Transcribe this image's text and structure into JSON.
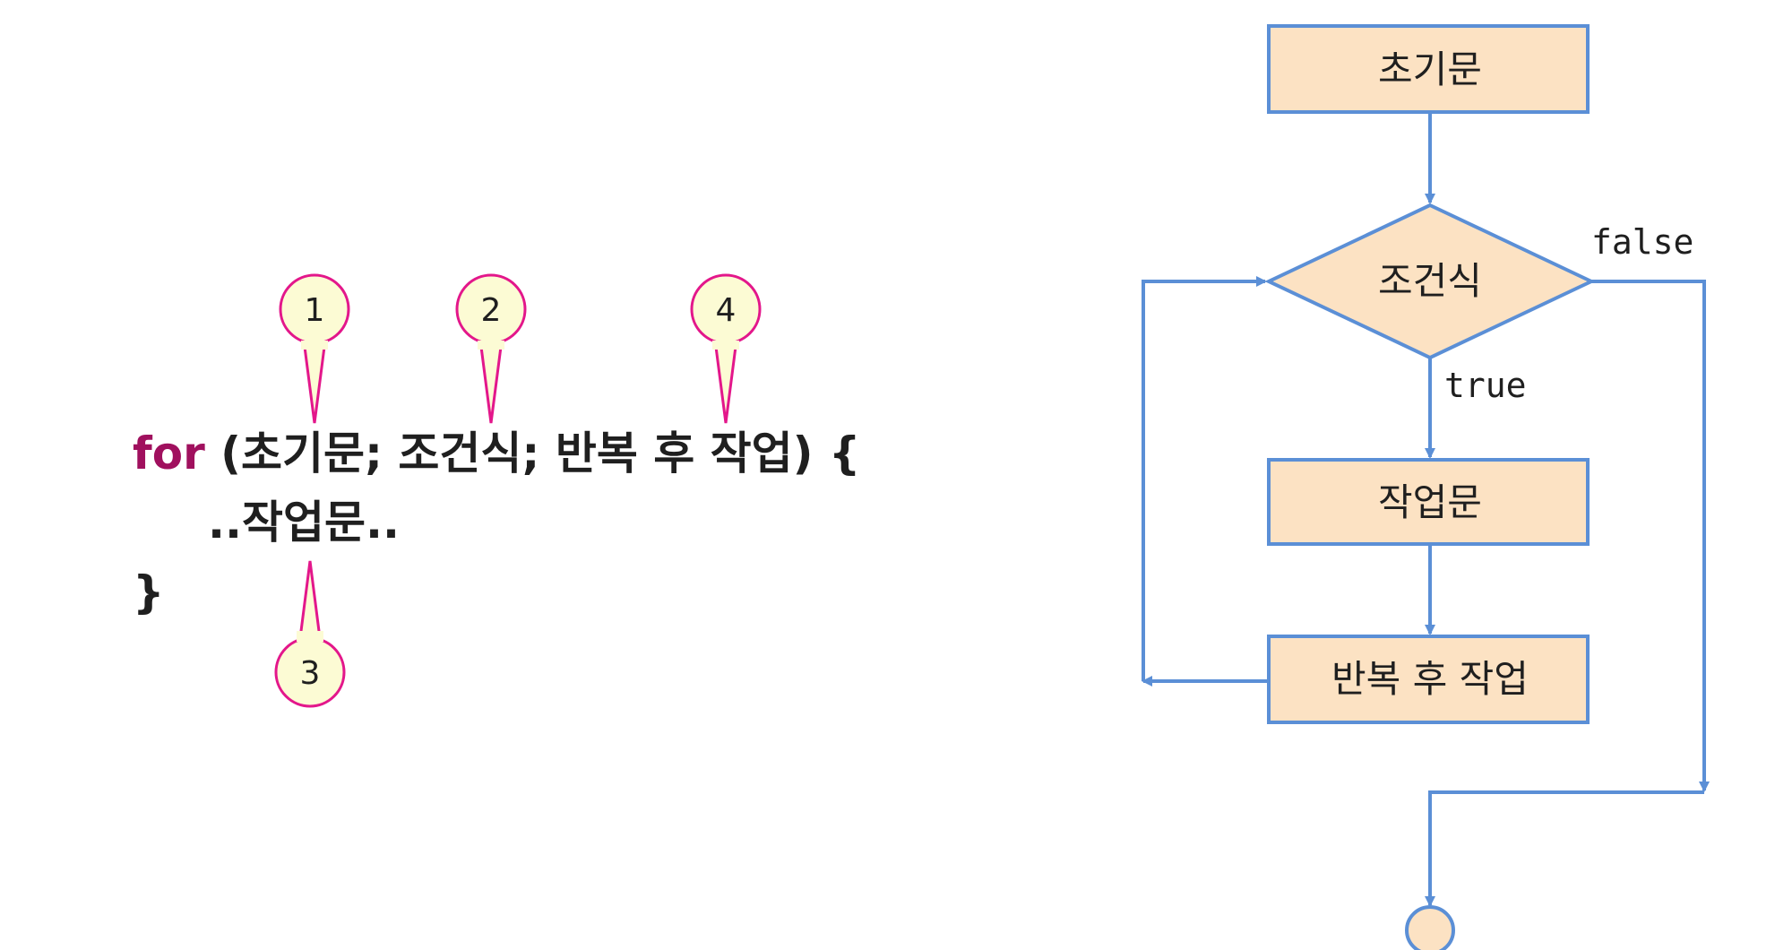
{
  "code": {
    "keyword": "for",
    "header_rest": " (초기문; 조건식; 반복 후 작업) {",
    "body": "..작업문..",
    "close": "}"
  },
  "callouts": [
    {
      "number": "1"
    },
    {
      "number": "2"
    },
    {
      "number": "3"
    },
    {
      "number": "4"
    }
  ],
  "flowchart": {
    "init": "초기문",
    "condition": "조건식",
    "body": "작업문",
    "update": "반복 후 작업",
    "true_label": "true",
    "false_label": "false"
  },
  "colors": {
    "box_fill": "#fce2c3",
    "box_stroke": "#5b8fd6",
    "callout_fill": "#fcfbd4",
    "callout_stroke": "#e3178b",
    "keyword": "#a0105e"
  }
}
